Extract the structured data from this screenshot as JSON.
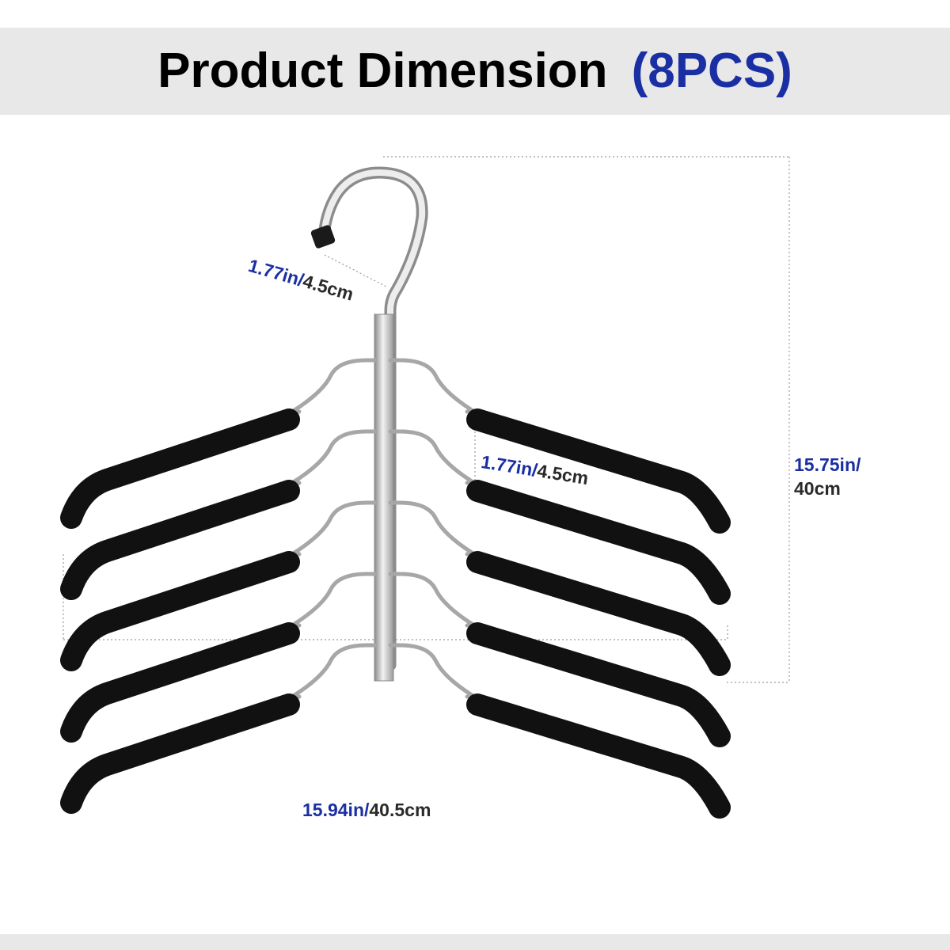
{
  "header": {
    "title": "Product Dimension",
    "quantity": "(8PCS)"
  },
  "dimensions": {
    "hook": {
      "imperial": "1.77in/",
      "metric": "4.5cm"
    },
    "tier_gap": {
      "imperial": "1.77in/",
      "metric": "4.5cm"
    },
    "height": {
      "imperial": "15.75in/",
      "metric": "40cm"
    },
    "width": {
      "imperial": "15.94in/",
      "metric": "40.5cm"
    }
  },
  "colors": {
    "banner_bg": "#e8e8e8",
    "accent_blue": "#1a2fa3",
    "foam_black": "#111111",
    "metal": "#b8b8b8"
  }
}
